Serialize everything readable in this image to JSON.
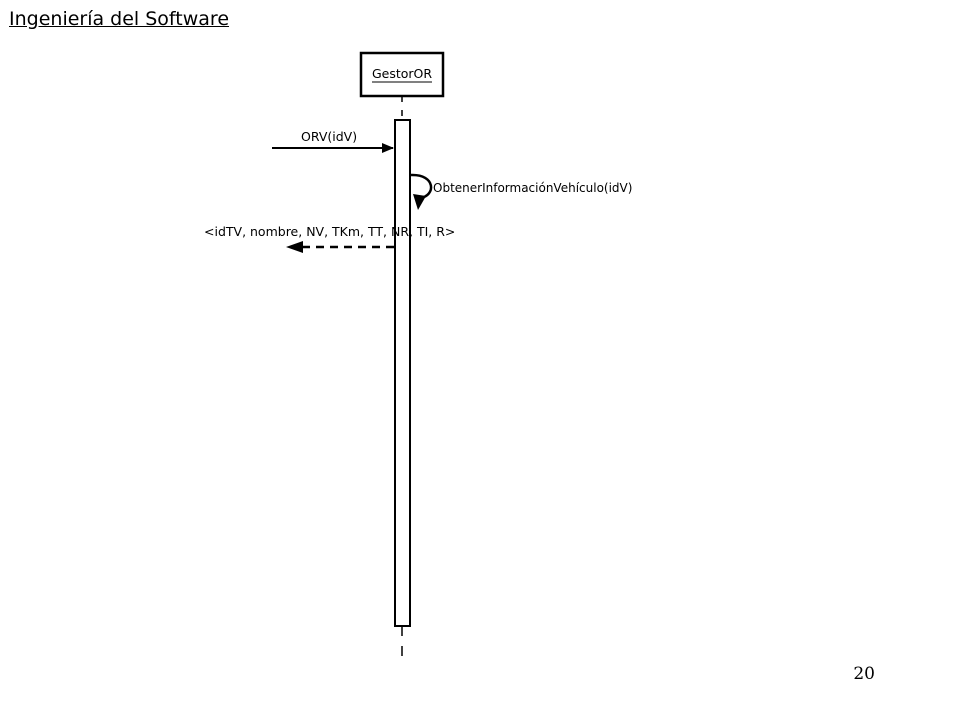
{
  "header": {
    "title": "Ingeniería del Software"
  },
  "footer": {
    "page_number": "20"
  },
  "diagram": {
    "lifeline": {
      "name": "GestorOR"
    },
    "messages": [
      {
        "label": "ORV(idV)",
        "kind": "incoming-call"
      },
      {
        "label": "ObtenerInformaciónVehículo(idV)",
        "kind": "self-call"
      },
      {
        "label": "<idTV, nombre, NV, TKm, TT, NR, TI, R>",
        "kind": "return"
      }
    ]
  }
}
